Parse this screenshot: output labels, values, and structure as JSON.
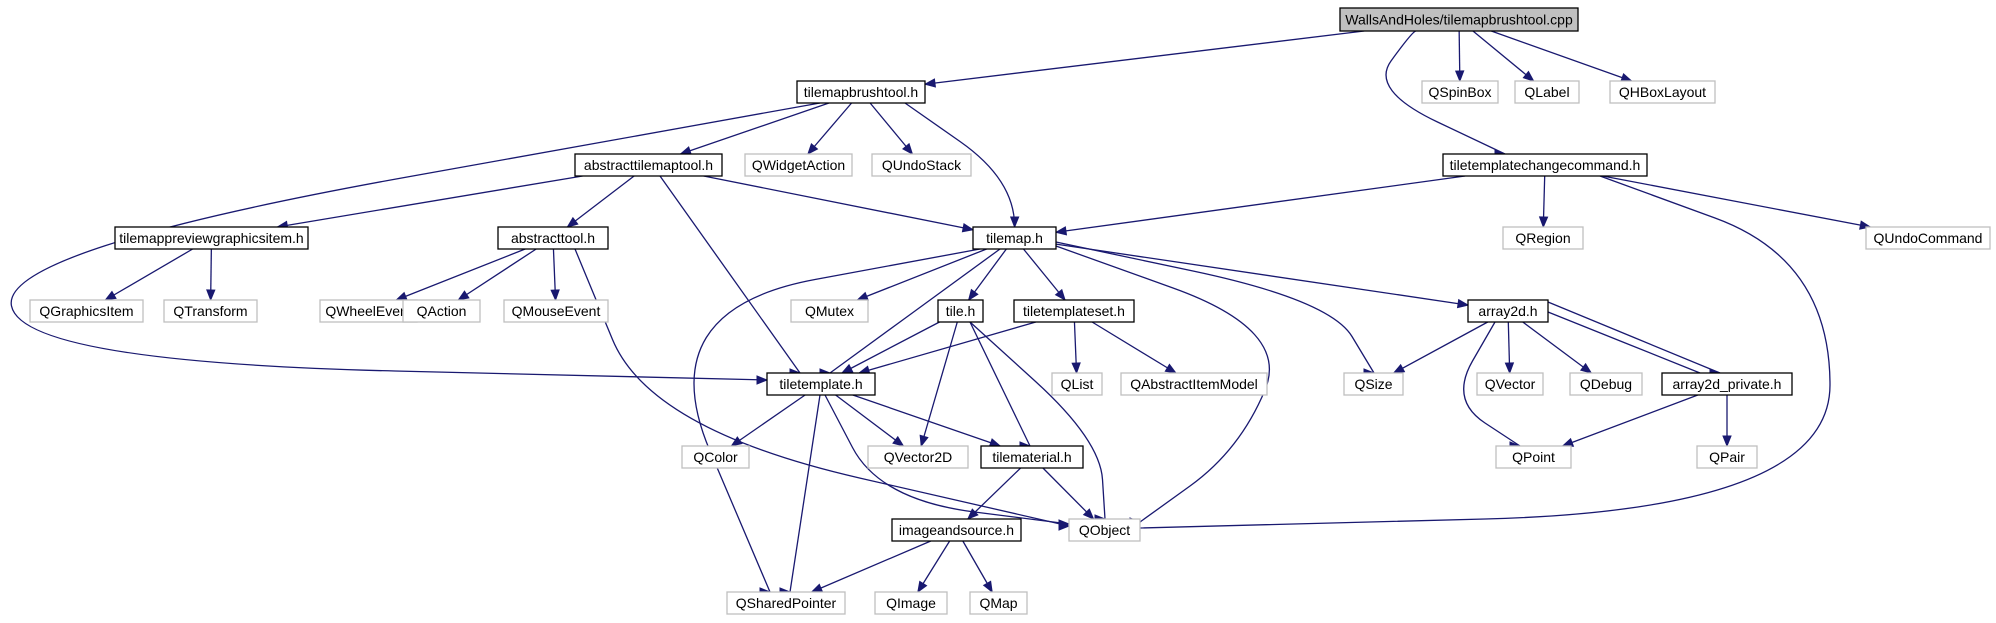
{
  "diagram": {
    "type": "include-dependency-graph",
    "colors": {
      "edge": "#191970",
      "main_fill": "#c0c0c0",
      "local_border": "#000000",
      "external_border": "#bfbfbf"
    },
    "nodes": [
      {
        "id": "main",
        "label": "WallsAndHoles/tilemapbrushtool.cpp",
        "kind": "main"
      },
      {
        "id": "tilemapbrushtool_h",
        "label": "tilemapbrushtool.h",
        "kind": "local"
      },
      {
        "id": "QSpinBox",
        "label": "QSpinBox",
        "kind": "ext"
      },
      {
        "id": "QLabel",
        "label": "QLabel",
        "kind": "ext"
      },
      {
        "id": "QHBoxLayout",
        "label": "QHBoxLayout",
        "kind": "ext"
      },
      {
        "id": "abstracttilemaptool_h",
        "label": "abstracttilemaptool.h",
        "kind": "local"
      },
      {
        "id": "QWidgetAction",
        "label": "QWidgetAction",
        "kind": "ext"
      },
      {
        "id": "QUndoStack",
        "label": "QUndoStack",
        "kind": "ext"
      },
      {
        "id": "tiletemplatechangecommand_h",
        "label": "tiletemplatechangecommand.h",
        "kind": "local"
      },
      {
        "id": "tilemappreviewgraphicsitem_h",
        "label": "tilemappreviewgraphicsitem.h",
        "kind": "local"
      },
      {
        "id": "abstracttool_h",
        "label": "abstracttool.h",
        "kind": "local"
      },
      {
        "id": "tilemap_h",
        "label": "tilemap.h",
        "kind": "local"
      },
      {
        "id": "QRegion",
        "label": "QRegion",
        "kind": "ext"
      },
      {
        "id": "QUndoCommand",
        "label": "QUndoCommand",
        "kind": "ext"
      },
      {
        "id": "QGraphicsItem",
        "label": "QGraphicsItem",
        "kind": "ext"
      },
      {
        "id": "QTransform",
        "label": "QTransform",
        "kind": "ext"
      },
      {
        "id": "QWheelEvent",
        "label": "QWheelEvent",
        "kind": "ext"
      },
      {
        "id": "QAction",
        "label": "QAction",
        "kind": "ext"
      },
      {
        "id": "QMouseEvent",
        "label": "QMouseEvent",
        "kind": "ext"
      },
      {
        "id": "QMutex",
        "label": "QMutex",
        "kind": "ext"
      },
      {
        "id": "tile_h",
        "label": "tile.h",
        "kind": "local"
      },
      {
        "id": "tiletemplateset_h",
        "label": "tiletemplateset.h",
        "kind": "local"
      },
      {
        "id": "array2d_h",
        "label": "array2d.h",
        "kind": "local"
      },
      {
        "id": "tiletemplate_h",
        "label": "tiletemplate.h",
        "kind": "local"
      },
      {
        "id": "QList",
        "label": "QList",
        "kind": "ext"
      },
      {
        "id": "QAbstractItemModel",
        "label": "QAbstractItemModel",
        "kind": "ext"
      },
      {
        "id": "QSize",
        "label": "QSize",
        "kind": "ext"
      },
      {
        "id": "QVector",
        "label": "QVector",
        "kind": "ext"
      },
      {
        "id": "QDebug",
        "label": "QDebug",
        "kind": "ext"
      },
      {
        "id": "array2d_private_h",
        "label": "array2d_private.h",
        "kind": "local"
      },
      {
        "id": "QColor",
        "label": "QColor",
        "kind": "ext"
      },
      {
        "id": "QVector2D",
        "label": "QVector2D",
        "kind": "ext"
      },
      {
        "id": "tilematerial_h",
        "label": "tilematerial.h",
        "kind": "local"
      },
      {
        "id": "QPoint",
        "label": "QPoint",
        "kind": "ext"
      },
      {
        "id": "QPair",
        "label": "QPair",
        "kind": "ext"
      },
      {
        "id": "imageandsource_h",
        "label": "imageandsource.h",
        "kind": "local"
      },
      {
        "id": "QObject",
        "label": "QObject",
        "kind": "ext"
      },
      {
        "id": "QSharedPointer",
        "label": "QSharedPointer",
        "kind": "ext"
      },
      {
        "id": "QImage",
        "label": "QImage",
        "kind": "ext"
      },
      {
        "id": "QMap",
        "label": "QMap",
        "kind": "ext"
      }
    ],
    "edges": [
      [
        "main",
        "tilemapbrushtool_h"
      ],
      [
        "main",
        "QSpinBox"
      ],
      [
        "main",
        "QLabel"
      ],
      [
        "main",
        "QHBoxLayout"
      ],
      [
        "main",
        "tiletemplatechangecommand_h"
      ],
      [
        "tilemapbrushtool_h",
        "abstracttilemaptool_h"
      ],
      [
        "tilemapbrushtool_h",
        "QWidgetAction"
      ],
      [
        "tilemapbrushtool_h",
        "QUndoStack"
      ],
      [
        "tilemapbrushtool_h",
        "tilemap_h"
      ],
      [
        "tilemapbrushtool_h",
        "tiletemplate_h"
      ],
      [
        "abstracttilemaptool_h",
        "tilemappreviewgraphicsitem_h"
      ],
      [
        "abstracttilemaptool_h",
        "abstracttool_h"
      ],
      [
        "abstracttilemaptool_h",
        "tilemap_h"
      ],
      [
        "abstracttilemaptool_h",
        "tiletemplate_h"
      ],
      [
        "tiletemplatechangecommand_h",
        "tilemap_h"
      ],
      [
        "tiletemplatechangecommand_h",
        "QRegion"
      ],
      [
        "tiletemplatechangecommand_h",
        "QUndoCommand"
      ],
      [
        "tiletemplatechangecommand_h",
        "QObject"
      ],
      [
        "tilemappreviewgraphicsitem_h",
        "QGraphicsItem"
      ],
      [
        "tilemappreviewgraphicsitem_h",
        "QTransform"
      ],
      [
        "abstracttool_h",
        "QWheelEvent"
      ],
      [
        "abstracttool_h",
        "QAction"
      ],
      [
        "abstracttool_h",
        "QMouseEvent"
      ],
      [
        "abstracttool_h",
        "QObject"
      ],
      [
        "tilemap_h",
        "QMutex"
      ],
      [
        "tilemap_h",
        "tile_h"
      ],
      [
        "tilemap_h",
        "tiletemplateset_h"
      ],
      [
        "tilemap_h",
        "array2d_h"
      ],
      [
        "tilemap_h",
        "tiletemplate_h"
      ],
      [
        "tilemap_h",
        "QSize"
      ],
      [
        "tilemap_h",
        "QObject"
      ],
      [
        "tilemap_h",
        "QSharedPointer"
      ],
      [
        "tile_h",
        "tiletemplate_h"
      ],
      [
        "tile_h",
        "QVector2D"
      ],
      [
        "tile_h",
        "tilematerial_h"
      ],
      [
        "tile_h",
        "QObject"
      ],
      [
        "tiletemplateset_h",
        "tiletemplate_h"
      ],
      [
        "tiletemplateset_h",
        "QList"
      ],
      [
        "tiletemplateset_h",
        "QAbstractItemModel"
      ],
      [
        "array2d_h",
        "QSize"
      ],
      [
        "array2d_h",
        "QVector"
      ],
      [
        "array2d_h",
        "QDebug"
      ],
      [
        "array2d_h",
        "array2d_private_h"
      ],
      [
        "array2d_h",
        "QPoint"
      ],
      [
        "array2d_private_h",
        "array2d_h"
      ],
      [
        "array2d_private_h",
        "QPoint"
      ],
      [
        "array2d_private_h",
        "QPair"
      ],
      [
        "tiletemplate_h",
        "QColor"
      ],
      [
        "tiletemplate_h",
        "QVector2D"
      ],
      [
        "tiletemplate_h",
        "tilematerial_h"
      ],
      [
        "tiletemplate_h",
        "QObject"
      ],
      [
        "tiletemplate_h",
        "QSharedPointer"
      ],
      [
        "tilematerial_h",
        "imageandsource_h"
      ],
      [
        "tilematerial_h",
        "QObject"
      ],
      [
        "imageandsource_h",
        "QSharedPointer"
      ],
      [
        "imageandsource_h",
        "QImage"
      ],
      [
        "imageandsource_h",
        "QMap"
      ]
    ]
  }
}
